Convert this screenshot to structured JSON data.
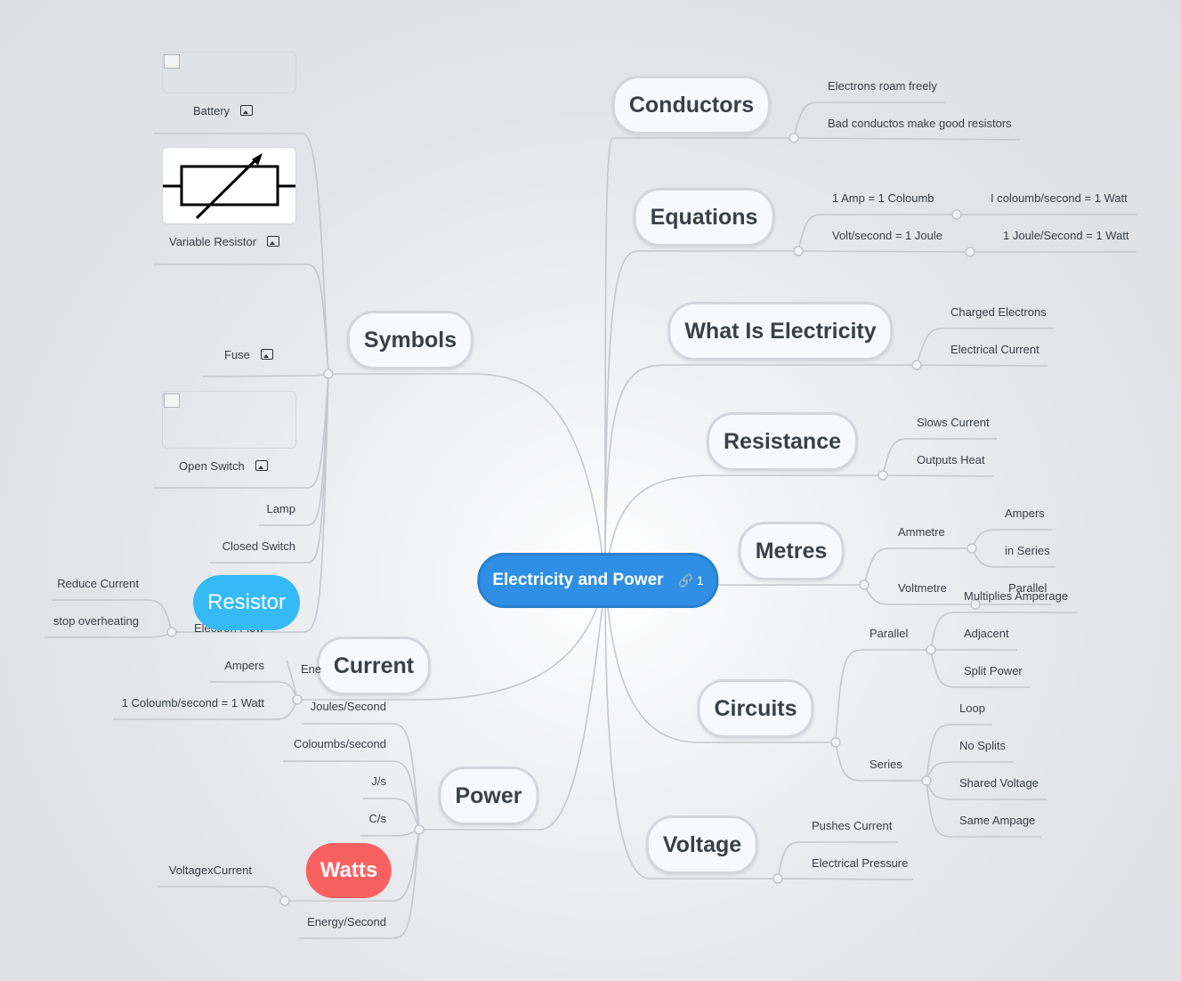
{
  "root": {
    "label": "Electricity and Power",
    "link_count": "1"
  },
  "branches": {
    "conductors": {
      "label": "Conductors",
      "items": [
        "Electrons roam freely",
        "Bad conductos make good resistors"
      ]
    },
    "equations": {
      "label": "Equations",
      "items": [
        "1 Amp = 1 Coloumb",
        "I coloumb/second = 1 Watt",
        "Volt/second = 1 Joule",
        "1 Joule/Second = 1 Watt"
      ]
    },
    "what_is": {
      "label": "What Is Electricity",
      "items": [
        "Charged Electrons",
        "Electrical Current"
      ]
    },
    "resistance": {
      "label": "Resistance",
      "items": [
        "Slows Current",
        "Outputs Heat"
      ]
    },
    "metres": {
      "label": "Metres",
      "ammetre": "Ammetre",
      "ammetre_items": [
        "Ampers",
        "in Series"
      ],
      "voltmetre": "Voltmetre",
      "voltmetre_items": [
        "Parallel"
      ]
    },
    "circuits": {
      "label": "Circuits",
      "parallel": "Parallel",
      "parallel_items": [
        "Multiplies Amperage",
        "Adjacent",
        "Split Power"
      ],
      "series": "Series",
      "series_items": [
        "Loop",
        "No Splits",
        "Shared Voltage",
        "Same Ampage"
      ]
    },
    "voltage": {
      "label": "Voltage",
      "items": [
        "Pushes Current",
        "Electrical Pressure"
      ]
    },
    "symbols": {
      "label": "Symbols",
      "items": [
        "Battery",
        "Variable Resistor",
        "Fuse",
        "Open Switch",
        "Lamp",
        "Closed Switch"
      ],
      "resistor": "Resistor",
      "resistor_items": [
        "Reduce Current",
        "stop overheating"
      ],
      "hidden": "Electron Flow"
    },
    "current": {
      "label": "Current",
      "items": [
        "Ampers",
        "1 Coloumb/second = 1 Watt"
      ],
      "hidden": "Ene"
    },
    "power": {
      "label": "Power",
      "items": [
        "Joules/Second",
        "Coloumbs/second",
        "J/s",
        "C/s",
        "Energy/Second"
      ],
      "watts": "Watts",
      "watts_items": [
        "VoltagexCurrent"
      ]
    }
  },
  "colors": {
    "root": "#2f8fe4",
    "resistor": "#35baf6",
    "watts": "#f96161",
    "line": "#c5c8cc"
  },
  "icons": [
    "image-icon",
    "link-icon"
  ]
}
